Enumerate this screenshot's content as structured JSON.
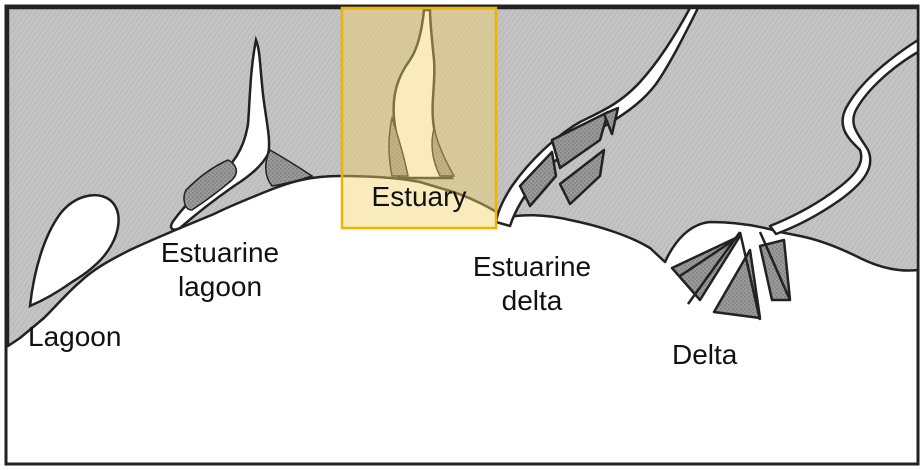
{
  "labels": {
    "lagoon": "Lagoon",
    "estuarine_lagoon": [
      "Estuarine",
      "lagoon"
    ],
    "estuary": "Estuary",
    "estuarine_delta": [
      "Estuarine",
      "delta"
    ],
    "delta": "Delta"
  },
  "highlight": {
    "target": "estuary",
    "fill": "#f2d36b",
    "stroke": "#f0b400"
  },
  "colors": {
    "sea": "#bdbdbd",
    "land": "#ffffff",
    "outline": "#222222",
    "sediment": "#8c8c8c"
  }
}
